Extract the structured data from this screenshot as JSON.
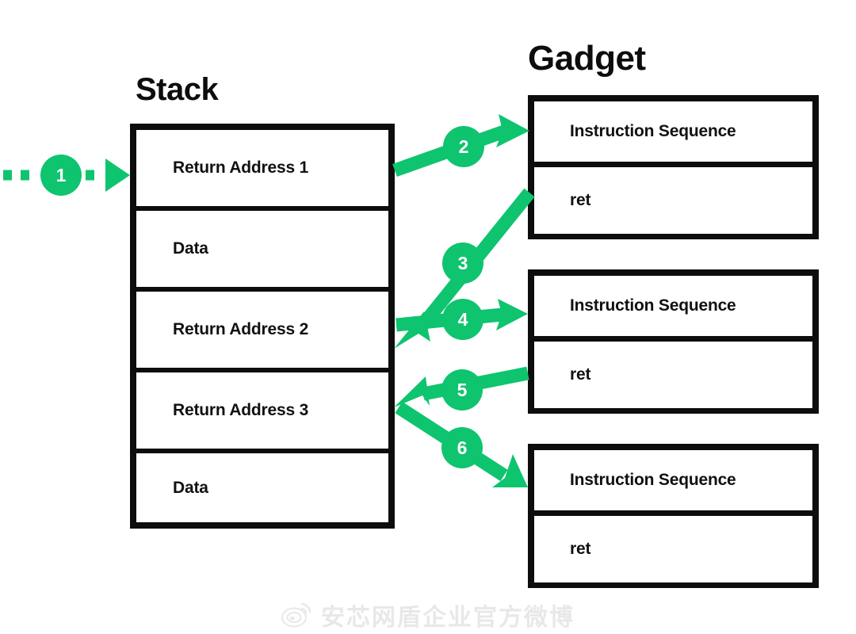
{
  "diagram": {
    "title_stack": "Stack",
    "title_gadget": "Gadget",
    "accent_color": "#0FC46F",
    "line_color": "#0d0d0d",
    "background_color": "#ffffff"
  },
  "stack": {
    "label": "Stack",
    "cells": [
      {
        "text": "Return Address 1"
      },
      {
        "text": "Data"
      },
      {
        "text": "Return Address 2"
      },
      {
        "text": "Return Address 3"
      },
      {
        "text": "Data"
      }
    ]
  },
  "gadgets": {
    "label": "Gadget",
    "blocks": [
      {
        "instruction": "Instruction Sequence",
        "ret": "ret"
      },
      {
        "instruction": "Instruction Sequence",
        "ret": "ret"
      },
      {
        "instruction": "Instruction Sequence",
        "ret": "ret"
      }
    ]
  },
  "steps": [
    {
      "number": "1",
      "from": "entry",
      "to": "Return Address 1",
      "style": "dashed"
    },
    {
      "number": "2",
      "from": "Return Address 1",
      "to": "Gadget 1 Instruction Sequence",
      "style": "solid"
    },
    {
      "number": "3",
      "from": "Gadget 1 ret",
      "to": "Return Address 2",
      "style": "solid"
    },
    {
      "number": "4",
      "from": "Return Address 2",
      "to": "Gadget 2 Instruction Sequence",
      "style": "solid"
    },
    {
      "number": "5",
      "from": "Gadget 2 ret",
      "to": "Return Address 3",
      "style": "solid"
    },
    {
      "number": "6",
      "from": "Return Address 3",
      "to": "Gadget 3 Instruction Sequence",
      "style": "solid"
    }
  ],
  "watermark": {
    "text": "安芯网盾企业官方微博",
    "logo": "weibo-eye-icon"
  }
}
